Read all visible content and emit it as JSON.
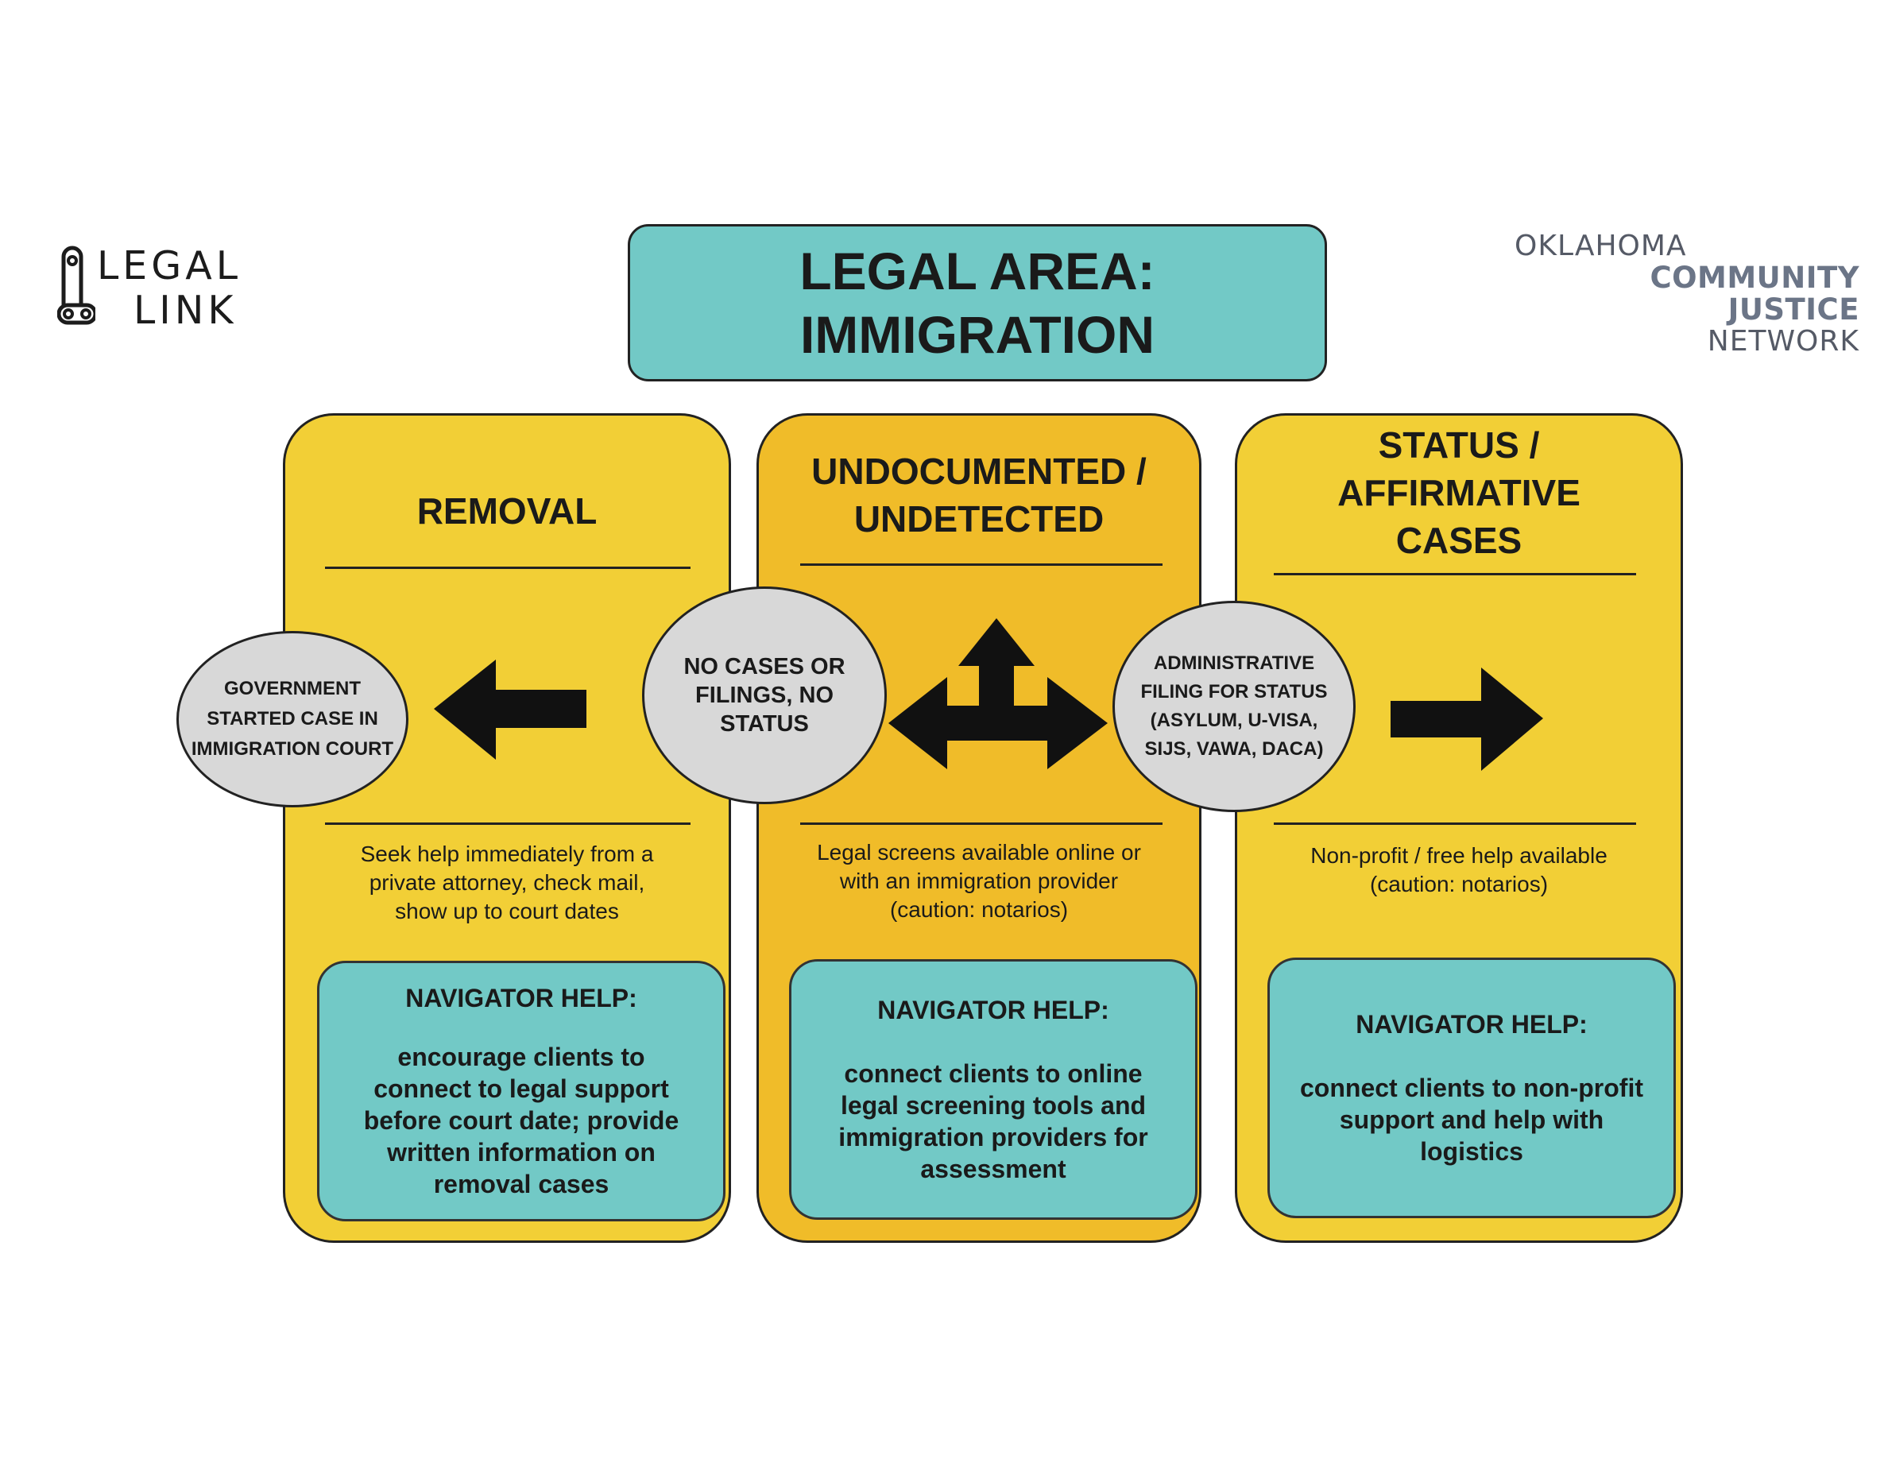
{
  "logos": {
    "legal_link": {
      "line1": "LEGAL",
      "line2": "LINK"
    },
    "ocjn": {
      "line1": "OKLAHOMA",
      "line2": "COMMUNITY JUSTICE",
      "line3": "NETWORK"
    }
  },
  "title": {
    "line1": "LEGAL AREA:",
    "line2": "IMMIGRATION"
  },
  "columns": [
    {
      "heading": [
        "REMOVAL"
      ],
      "circle": [
        "GOVERNMENT",
        "STARTED CASE IN",
        "IMMIGRATION COURT"
      ],
      "note": [
        "Seek help immediately from a",
        "private attorney, check mail,",
        "show up to court dates"
      ],
      "navigator": {
        "title": "NAVIGATOR HELP:",
        "lines": [
          "encourage clients to",
          "connect to legal support",
          "before court date; provide",
          "written information on",
          "removal cases"
        ]
      }
    },
    {
      "heading": [
        "UNDOCUMENTED /",
        "UNDETECTED"
      ],
      "circle": [
        "NO CASES OR",
        "FILINGS, NO",
        "STATUS"
      ],
      "note": [
        "Legal screens available online or",
        "with an immigration provider",
        "(caution: notarios)"
      ],
      "navigator": {
        "title": "NAVIGATOR HELP:",
        "lines": [
          "connect clients to online",
          "legal screening tools and",
          "immigration providers for",
          "assessment"
        ]
      }
    },
    {
      "heading": [
        "STATUS /",
        "AFFIRMATIVE",
        "CASES"
      ],
      "circle": [
        "ADMINISTRATIVE",
        "FILING FOR STATUS",
        "(ASYLUM, U-VISA,",
        "SIJS, VAWA, DACA)"
      ],
      "note": [
        "Non-profit / free help available",
        "(caution: notarios)"
      ],
      "navigator": {
        "title": "NAVIGATOR HELP:",
        "lines": [
          "connect clients to non-profit",
          "support and help with",
          "logistics"
        ]
      }
    }
  ],
  "colors": {
    "title_fill": "#72c9c6",
    "column_fill": "#f2cf36",
    "middle_column_fill": "#f0bc29",
    "navigator_fill": "#72c9c6",
    "circle_fill": "#d8d8d8",
    "arrow": "#111111"
  },
  "icons": [
    "legal-link-logo-icon",
    "arrow-left-icon",
    "arrow-three-way-icon",
    "arrow-right-icon"
  ]
}
